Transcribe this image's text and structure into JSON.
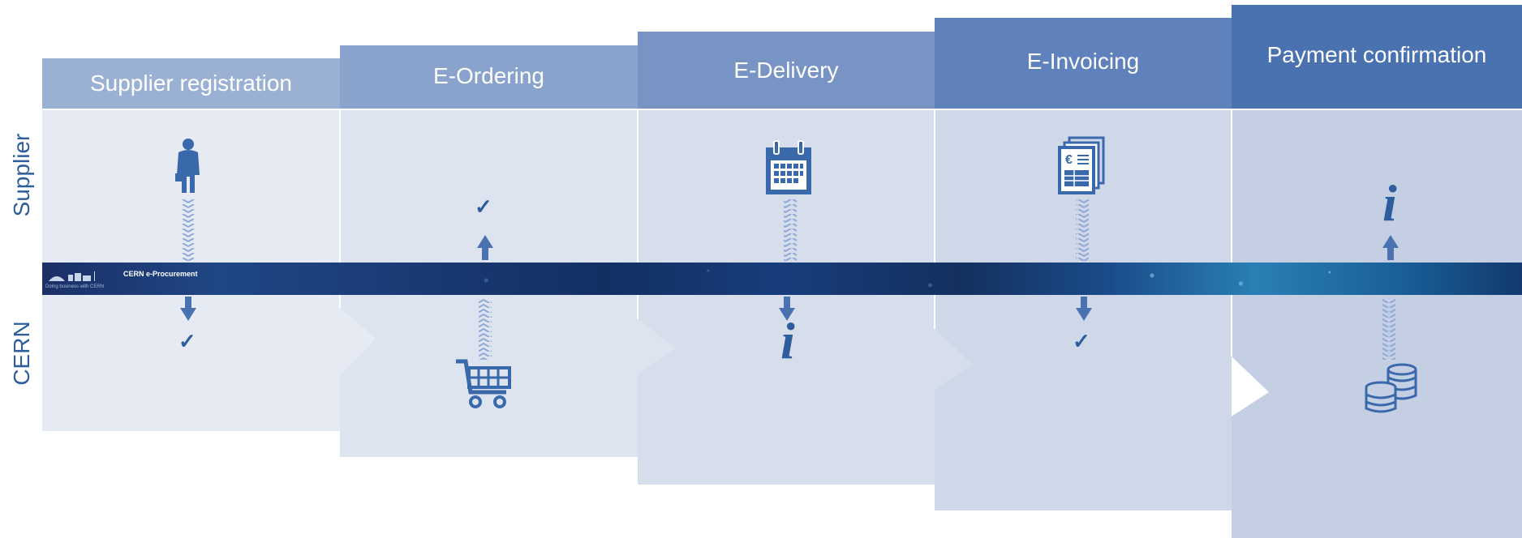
{
  "side_labels": {
    "top": "Supplier",
    "bottom": "CERN"
  },
  "stages": [
    {
      "header": "Supplier registration"
    },
    {
      "header": "E-Ordering"
    },
    {
      "header": "E-Delivery"
    },
    {
      "header": "E-Invoicing"
    },
    {
      "header": "Payment confirmation"
    }
  ],
  "banner": {
    "title": "CERN e-Procurement",
    "subtitle": "Doing business with CERN"
  },
  "marks": {
    "check": "✓",
    "info": "i"
  },
  "icons": [
    "person-icon",
    "shopping-cart-icon",
    "calendar-icon",
    "invoice-icon",
    "coins-icon",
    "info-icon",
    "check-icon",
    "arrow-up-icon",
    "arrow-down-icon"
  ],
  "colors": {
    "text_blue": "#2e5d9c",
    "header_1": "#9bb1d4",
    "header_2": "#8aa3cc",
    "header_3": "#7894c4",
    "header_4": "#5f82bc",
    "header_5": "#4a72b0",
    "panel_1": "#e6ebf3",
    "panel_2": "#dde4ef",
    "panel_3": "#d6deeb",
    "panel_4": "#cfd8e8",
    "panel_5": "#c4cfe3"
  }
}
